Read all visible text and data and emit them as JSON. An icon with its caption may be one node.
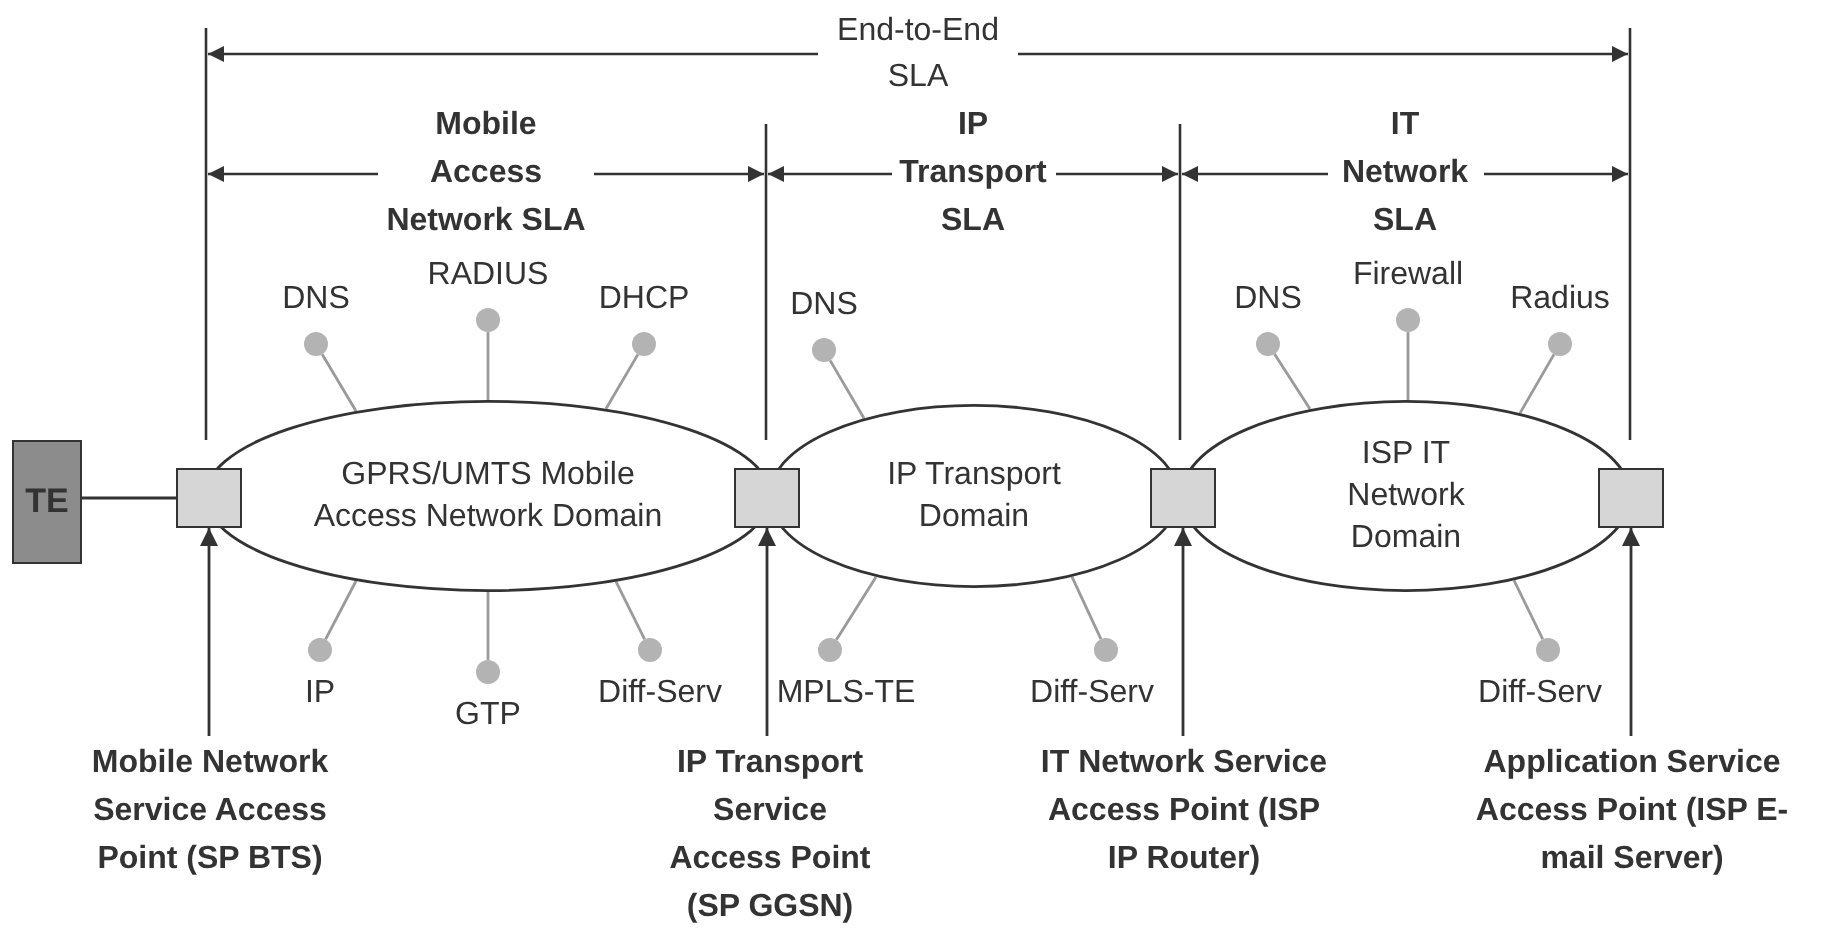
{
  "diagram": {
    "nodes": [
      {
        "text": [
          "TE"
        ]
      },
      {
        "text": [
          "GPRS/UMTS Mobile Access Network Domain"
        ]
      },
      {
        "text": [
          "IP Transport Domain"
        ]
      },
      {
        "text": [
          "ISP IT Network Domain"
        ]
      },
      {
        "text": [],
        "shape": "box"
      },
      {
        "text": [],
        "shape": "box"
      },
      {
        "text": [],
        "shape": "box"
      },
      {
        "text": [],
        "shape": "box"
      },
      {
        "text": [
          "Mobile Network Service Access Point (SP BTS)"
        ]
      },
      {
        "text": [
          "IP Transport Service Access Point (SP GGSN)"
        ]
      },
      {
        "text": [
          "IT Network Service Access Point (ISP IP Router)"
        ]
      },
      {
        "text": [
          "Application Service Access Point (ISP E-mail Server)"
        ]
      },
      {
        "text": [],
        "shape": "circle",
        "beside": [
          "DNS"
        ]
      },
      {
        "text": [],
        "shape": "circle",
        "beside": [
          "RADIUS"
        ]
      },
      {
        "text": [],
        "shape": "circle",
        "beside": [
          "DHCP"
        ]
      },
      {
        "text": [],
        "shape": "circle",
        "beside": [
          "DNS"
        ]
      },
      {
        "text": [],
        "shape": "circle",
        "beside": [
          "DNS"
        ]
      },
      {
        "text": [],
        "shape": "circle",
        "beside": [
          "Firewall"
        ]
      },
      {
        "text": [],
        "shape": "circle",
        "beside": [
          "Radius"
        ]
      },
      {
        "text": [],
        "shape": "circle",
        "beside": [
          "IP"
        ]
      },
      {
        "text": [],
        "shape": "circle",
        "beside": [
          "GTP"
        ]
      },
      {
        "text": [],
        "shape": "circle",
        "beside": [
          "Diff-Serv"
        ]
      },
      {
        "text": [],
        "shape": "circle",
        "beside": [
          "MPLS-TE"
        ]
      },
      {
        "text": [],
        "shape": "circle",
        "beside": [
          "Diff-Serv"
        ]
      },
      {
        "text": [],
        "shape": "circle",
        "beside": [
          "Diff-Serv"
        ]
      }
    ],
    "edges": [
      {
        "from": 0,
        "to": 4,
        "arrow": "none",
        "color": "#333333"
      },
      {
        "from": 8,
        "to": 4,
        "arrow": "to",
        "color": "#333333"
      },
      {
        "from": 9,
        "to": 5,
        "arrow": "to",
        "color": "#333333"
      },
      {
        "from": 10,
        "to": 6,
        "arrow": "to",
        "color": "#333333"
      },
      {
        "from": 11,
        "to": 7,
        "arrow": "to",
        "color": "#333333"
      },
      {
        "from": 12,
        "to": 1,
        "arrow": "none"
      },
      {
        "from": 13,
        "to": 1,
        "arrow": "none"
      },
      {
        "from": 14,
        "to": 1,
        "arrow": "none"
      },
      {
        "from": 15,
        "to": 2,
        "arrow": "none"
      },
      {
        "from": 16,
        "to": 3,
        "arrow": "none"
      },
      {
        "from": 17,
        "to": 3,
        "arrow": "none"
      },
      {
        "from": 18,
        "to": 3,
        "arrow": "none"
      },
      {
        "from": 19,
        "to": 1,
        "arrow": "none"
      },
      {
        "from": 20,
        "to": 1,
        "arrow": "none"
      },
      {
        "from": 21,
        "to": 1,
        "arrow": "none"
      },
      {
        "from": 22,
        "to": 2,
        "arrow": "none"
      },
      {
        "from": 23,
        "to": 2,
        "arrow": "none"
      },
      {
        "from": 24,
        "to": 3,
        "arrow": "none"
      }
    ],
    "labels": [
      "End-to-End SLA",
      "Mobile Access Network SLA",
      "IP Transport SLA",
      "IT Network SLA"
    ]
  }
}
